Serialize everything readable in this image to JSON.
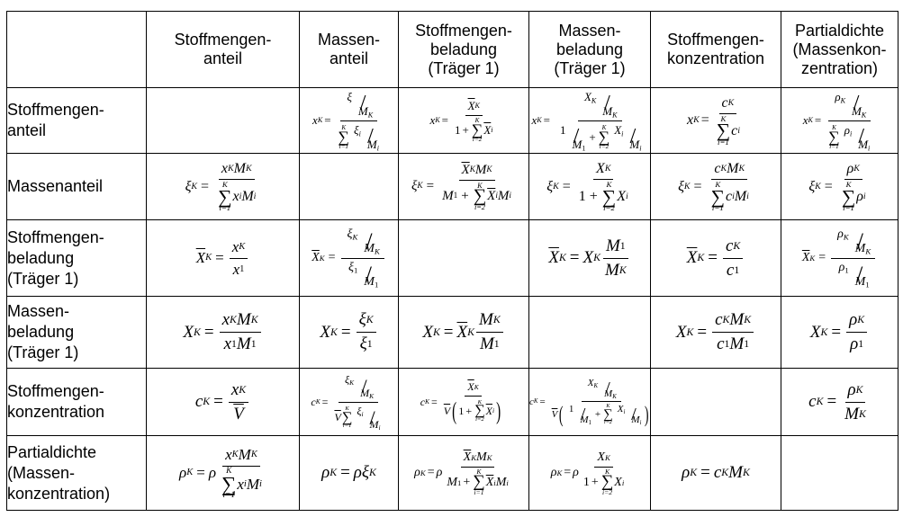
{
  "table": {
    "columns": [
      {
        "line1": "Stoffmengen-",
        "line2": "anteil",
        "line3": ""
      },
      {
        "line1": "Massen-",
        "line2": "anteil",
        "line3": ""
      },
      {
        "line1": "Stoffmengen-",
        "line2": "beladung",
        "line3": "(Träger 1)"
      },
      {
        "line1": "Massen-",
        "line2": "beladung",
        "line3": "(Träger 1)"
      },
      {
        "line1": "Stoffmengen-",
        "line2": "konzentration",
        "line3": ""
      },
      {
        "line1": "Partialdichte",
        "line2": "(Massenkon-",
        "line3": "zentration)"
      }
    ],
    "rows": [
      {
        "line1": "Stoffmengen-",
        "line2": "anteil",
        "line3": ""
      },
      {
        "line1": "Massenanteil",
        "line2": "",
        "line3": ""
      },
      {
        "line1": "Stoffmengen-",
        "line2": "beladung",
        "line3": "(Träger 1)"
      },
      {
        "line1": "Massen-",
        "line2": "beladung",
        "line3": "(Träger 1)"
      },
      {
        "line1": "Stoffmengen-",
        "line2": "konzentration",
        "line3": ""
      },
      {
        "line1": "Partialdichte",
        "line2": "(Massen-",
        "line3": "konzentration)"
      }
    ]
  },
  "symbols": {
    "x": "x",
    "xi": "ξ",
    "X": "X",
    "c": "c",
    "rho": "ρ",
    "M": "M",
    "V": "V",
    "K": "K",
    "i": "i",
    "one": "1",
    "eq": "=",
    "plus": "+",
    "sum_lower1": "i=1",
    "sum_lower2": "i=2",
    "sigma": "∑"
  }
}
